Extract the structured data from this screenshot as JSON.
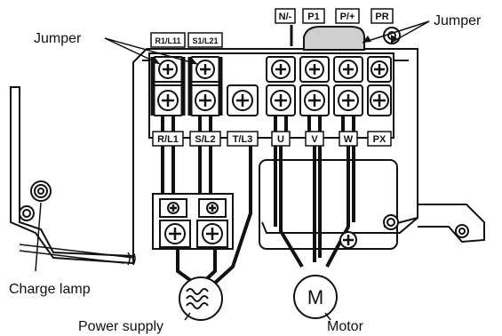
{
  "callouts": {
    "jumper_left": "Jumper",
    "jumper_right": "Jumper",
    "charge_lamp": "Charge lamp",
    "power_supply": "Power supply",
    "motor": "Motor"
  },
  "top_terminals": {
    "r1": "R1/L11",
    "s1": "S1/L21",
    "n": "N/-",
    "p1": "P1",
    "p": "P/+",
    "pr": "PR"
  },
  "main_terminals": {
    "r": "R/L1",
    "s": "S/L2",
    "t": "T/L3",
    "u": "U",
    "v": "V",
    "w": "W",
    "px": "PX"
  },
  "motor_symbol": "M",
  "icons": {
    "power_supply": "ac-source-icon",
    "motor": "motor-icon",
    "charge_lamp": "lamp-icon"
  }
}
